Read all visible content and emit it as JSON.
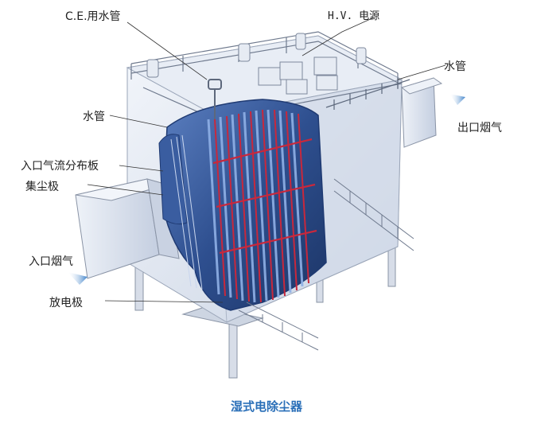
{
  "labels": {
    "ce_water_pipe": "C.E.用水管",
    "hv_power": "H.V. 电源",
    "water_pipe_right": "水管",
    "water_pipe_left": "水管",
    "outlet_flue_gas": "出口烟气",
    "inlet_distribution_plate": "入口气流分布板",
    "collecting_electrode": "集尘极",
    "inlet_flue_gas": "入口烟气",
    "discharge_electrode": "放电极"
  },
  "caption": "湿式电除尘器",
  "colors": {
    "caption": "#2a6fb8",
    "electrode_red": "#c8283c",
    "body_blue": "#2e4f8f",
    "casing": "#dfe5ef"
  }
}
